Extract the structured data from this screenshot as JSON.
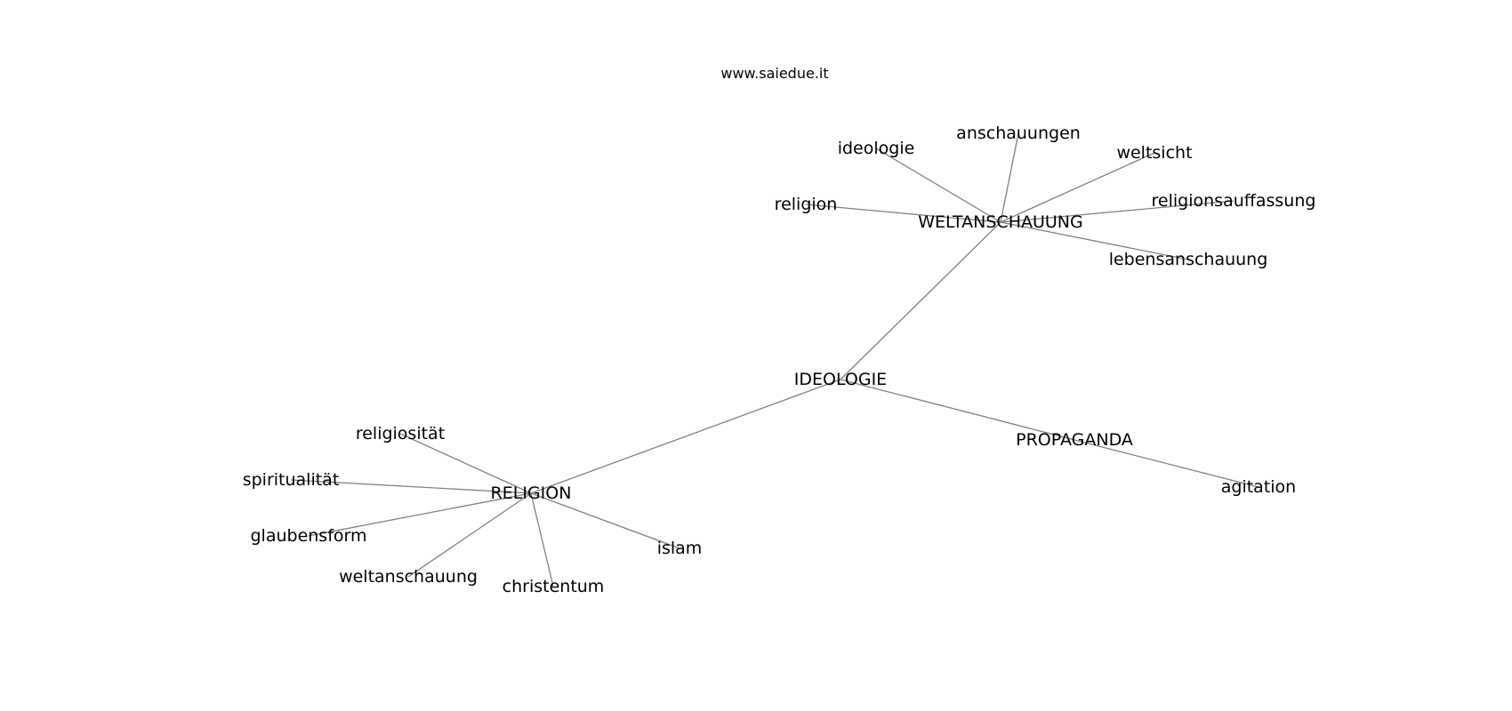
{
  "header": {
    "watermark": "www.saiedue.it"
  },
  "graph": {
    "nodes": [
      {
        "id": "ideologie_hub",
        "label": "IDEOLOGIE"
      },
      {
        "id": "weltanschauung_hub",
        "label": "WELTANSCHAUUNG"
      },
      {
        "id": "religion_hub",
        "label": "RELIGION"
      },
      {
        "id": "propaganda_hub",
        "label": "PROPAGANDA"
      },
      {
        "id": "ideologie",
        "label": "ideologie"
      },
      {
        "id": "anschauungen",
        "label": "anschauungen"
      },
      {
        "id": "weltsicht",
        "label": "weltsicht"
      },
      {
        "id": "religion",
        "label": "religion"
      },
      {
        "id": "religionsauffassung",
        "label": "religionsauffassung"
      },
      {
        "id": "lebensanschauung",
        "label": "lebensanschauung"
      },
      {
        "id": "religiositaet",
        "label": "religiosität"
      },
      {
        "id": "spiritualitaet",
        "label": "spiritualität"
      },
      {
        "id": "glaubensform",
        "label": "glaubensform"
      },
      {
        "id": "weltanschauung",
        "label": "weltanschauung"
      },
      {
        "id": "christentum",
        "label": "christentum"
      },
      {
        "id": "islam",
        "label": "islam"
      },
      {
        "id": "agitation",
        "label": "agitation"
      }
    ],
    "edges": [
      [
        "ideologie_hub",
        "weltanschauung_hub"
      ],
      [
        "ideologie_hub",
        "religion_hub"
      ],
      [
        "ideologie_hub",
        "propaganda_hub"
      ],
      [
        "weltanschauung_hub",
        "ideologie"
      ],
      [
        "weltanschauung_hub",
        "anschauungen"
      ],
      [
        "weltanschauung_hub",
        "weltsicht"
      ],
      [
        "weltanschauung_hub",
        "religion"
      ],
      [
        "weltanschauung_hub",
        "religionsauffassung"
      ],
      [
        "weltanschauung_hub",
        "lebensanschauung"
      ],
      [
        "religion_hub",
        "religiositaet"
      ],
      [
        "religion_hub",
        "spiritualitaet"
      ],
      [
        "religion_hub",
        "glaubensform"
      ],
      [
        "religion_hub",
        "weltanschauung"
      ],
      [
        "religion_hub",
        "christentum"
      ],
      [
        "religion_hub",
        "islam"
      ],
      [
        "propaganda_hub",
        "agitation"
      ]
    ]
  },
  "colors": {
    "edge": "#808080",
    "text": "#000000",
    "background": "#ffffff"
  }
}
